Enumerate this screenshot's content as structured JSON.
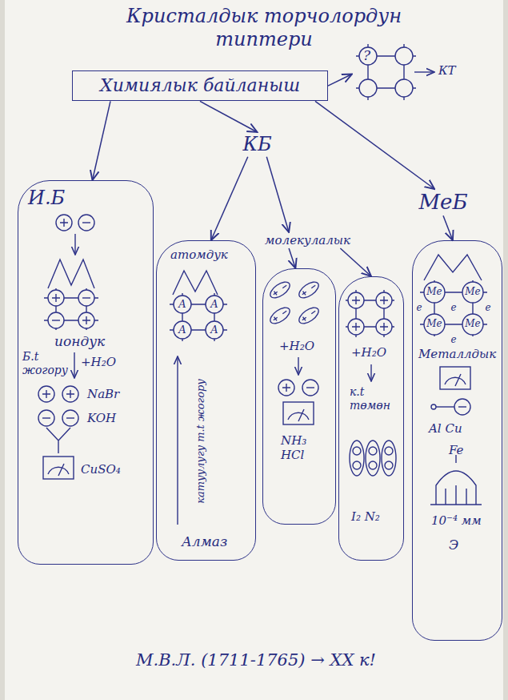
{
  "diagram": {
    "title": "Кристалдык торчолордун типтери",
    "caption": "М.В.Л. (1711-1765) → XX к!",
    "nodes": [
      {
        "text": [
          "Химиялык байланыш"
        ]
      },
      {
        "text": [
          "?"
        ]
      },
      {
        "text": [
          "И.Б",
          "иондук",
          "Б.t жогору",
          "+H₂O",
          "NaBr",
          "KOH",
          "CuSO₄"
        ]
      },
      {
        "text": [
          "КБ"
        ]
      },
      {
        "text": [
          "атомдук",
          "катуулугу т.t жогору",
          "Алмаз"
        ]
      },
      {
        "text": [
          "молекулалык"
        ]
      },
      {
        "text": [
          "+H₂O",
          "NH₃ HCl"
        ]
      },
      {
        "text": [
          "+H₂O",
          "к.t төмөн",
          "I₂ N₂"
        ]
      },
      {
        "text": [
          "МеБ"
        ]
      },
      {
        "text": [
          "Металлдык",
          "Al Cu",
          "Fe",
          "10⁻⁴ мм",
          "Э"
        ]
      }
    ],
    "edges": [
      {
        "from": 0,
        "to": 1,
        "arrow": "to"
      },
      {
        "from": 0,
        "to": 2,
        "arrow": "to"
      },
      {
        "from": 0,
        "to": 3,
        "arrow": "to"
      },
      {
        "from": 0,
        "to": 8,
        "arrow": "to"
      },
      {
        "from": 3,
        "to": 4,
        "arrow": "to"
      },
      {
        "from": 3,
        "to": 5,
        "arrow": "to"
      },
      {
        "from": 5,
        "to": 6,
        "arrow": "to"
      },
      {
        "from": 5,
        "to": 7,
        "arrow": "to"
      },
      {
        "from": 8,
        "to": 9,
        "arrow": "to"
      }
    ],
    "labels": [
      "КТ",
      "А",
      "А",
      "А",
      "А",
      "Me",
      "Me",
      "Me",
      "Me",
      "e",
      "e",
      "e",
      "e"
    ]
  }
}
